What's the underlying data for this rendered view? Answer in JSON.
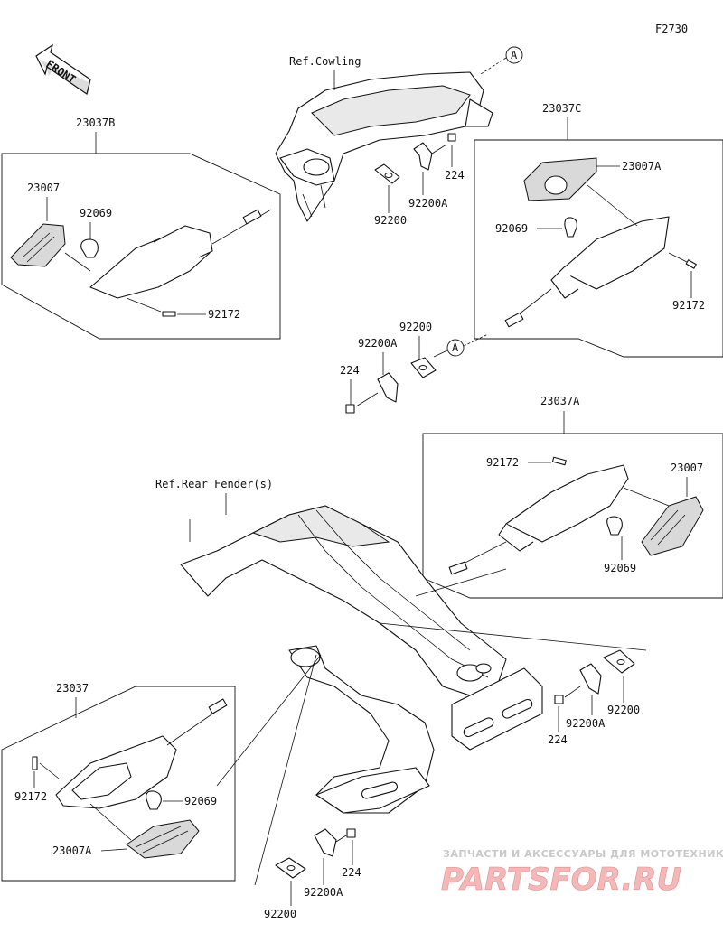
{
  "diagram": {
    "figure_code": "F2730",
    "front_arrow": "FRONT",
    "ref_cowling": "Ref.Cowling",
    "ref_rear_fender": "Ref.Rear Fender(s)",
    "callout_a": "A",
    "parts": {
      "p23037B": "23037B",
      "p23037C": "23037C",
      "p23037A": "23037A",
      "p23037": "23037",
      "p23007": "23007",
      "p23007A": "23007A",
      "p92069": "92069",
      "p92172": "92172",
      "p92200": "92200",
      "p92200A": "92200A",
      "p224": "224"
    }
  },
  "watermark": {
    "tagline": "ЗАПЧАСТИ И АКСЕССУАРЫ ДЛЯ МОТОТЕХНИКИ",
    "brand": "PARTSFOR.RU"
  }
}
